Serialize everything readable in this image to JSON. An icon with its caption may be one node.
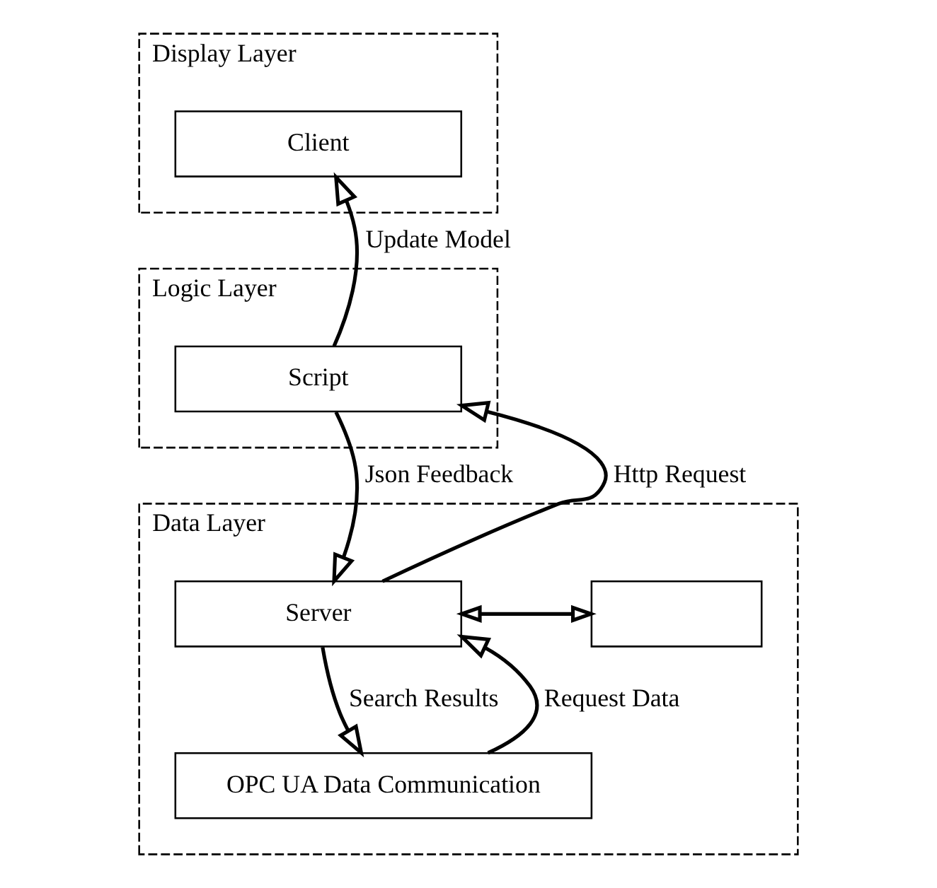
{
  "diagram": {
    "nodes": [
      {
        "text": [
          "Display Layer"
        ]
      },
      {
        "text": [
          "Client"
        ],
        "in": 0
      },
      {
        "text": [
          "Logic Layer"
        ]
      },
      {
        "text": [
          "Script"
        ],
        "in": 2
      },
      {
        "text": [
          "Data Layer"
        ]
      },
      {
        "text": [
          "Server"
        ],
        "in": 4
      },
      {
        "text": [],
        "shape": "box",
        "in": 4
      },
      {
        "text": [
          "OPC UA Data Communication"
        ],
        "in": 4
      }
    ],
    "edges": [
      {
        "from": 3,
        "to": 1,
        "arrow": "to",
        "label": "Update Model"
      },
      {
        "from": 5,
        "to": 3,
        "arrow": "to",
        "label": "Http Request"
      },
      {
        "from": 3,
        "to": 5,
        "arrow": "to",
        "label": "Json Feedback"
      },
      {
        "from": 5,
        "to": 6,
        "arrow": "both"
      },
      {
        "from": 7,
        "to": 5,
        "arrow": "to",
        "label": "Request Data"
      },
      {
        "from": 5,
        "to": 7,
        "arrow": "to",
        "label": "Search Results"
      }
    ]
  }
}
